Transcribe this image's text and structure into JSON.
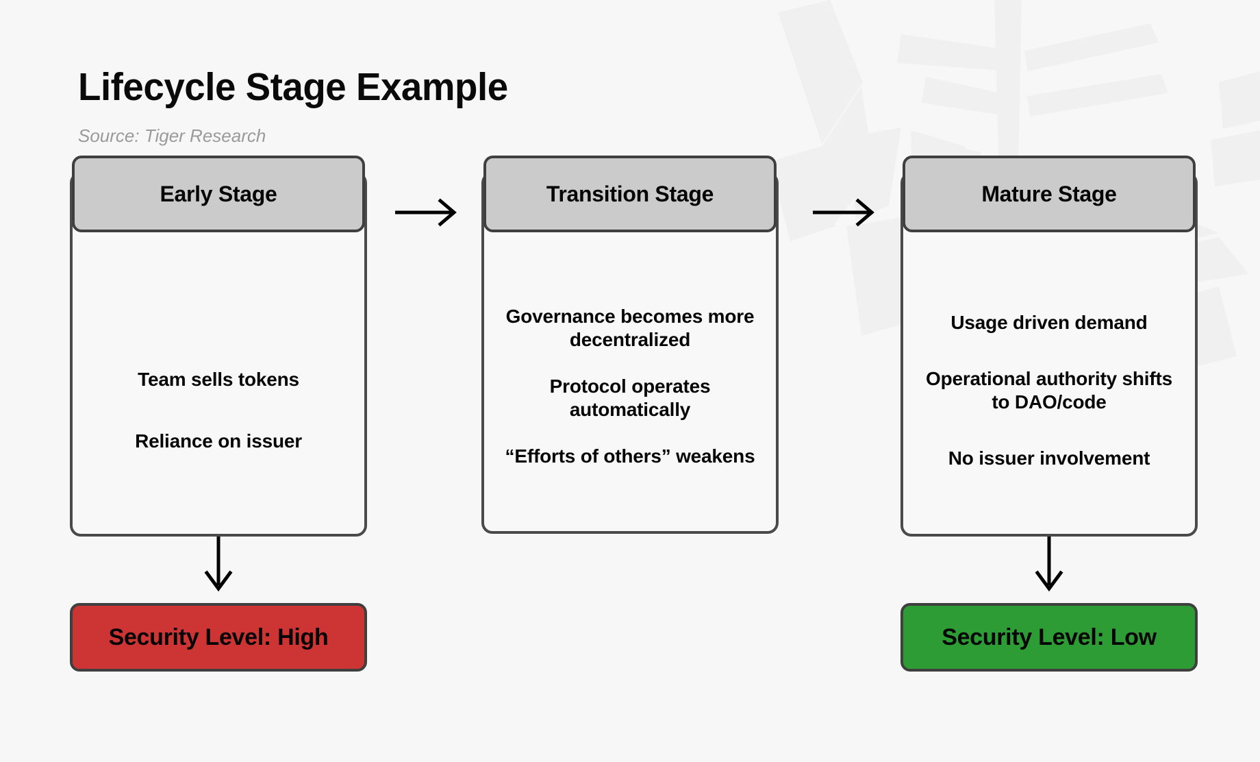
{
  "header": {
    "title": "Lifecycle Stage Example",
    "source": "Source: Tiger Research"
  },
  "colors": {
    "background": "#f7f7f7",
    "watermark": "#f0f0f0",
    "card_header_fill": "#cbcbcb",
    "card_body_fill": "#f8f8f8",
    "card_border": "#4a4a4a",
    "badge_high": "#cd3535",
    "badge_low": "#2e9c35",
    "arrow": "#000000",
    "subtitle_text": "#9a9a9a"
  },
  "stages": [
    {
      "id": "early",
      "title": "Early Stage",
      "lines": [
        "Team sells tokens",
        "Reliance on issuer"
      ]
    },
    {
      "id": "transition",
      "title": "Transition Stage",
      "lines": [
        "Governance becomes more decentralized",
        "Protocol operates automatically",
        "“Efforts of others” weakens"
      ]
    },
    {
      "id": "mature",
      "title": "Mature Stage",
      "lines": [
        "Usage driven demand",
        "Operational authority shifts to DAO/code",
        "No issuer involvement"
      ]
    }
  ],
  "connectors": [
    {
      "id": "early-to-transition",
      "icon": "arrow-right-icon",
      "from": "early",
      "to": "transition"
    },
    {
      "id": "transition-to-mature",
      "icon": "arrow-right-icon",
      "from": "transition",
      "to": "mature"
    },
    {
      "id": "early-to-security",
      "icon": "arrow-down-icon",
      "from": "early",
      "to": "badge-high"
    },
    {
      "id": "mature-to-security",
      "icon": "arrow-down-icon",
      "from": "mature",
      "to": "badge-low"
    }
  ],
  "badges": [
    {
      "id": "high",
      "label": "Security Level: High",
      "level": "High",
      "color": "#cd3535"
    },
    {
      "id": "low",
      "label": "Security Level: Low",
      "level": "Low",
      "color": "#2e9c35"
    }
  ]
}
